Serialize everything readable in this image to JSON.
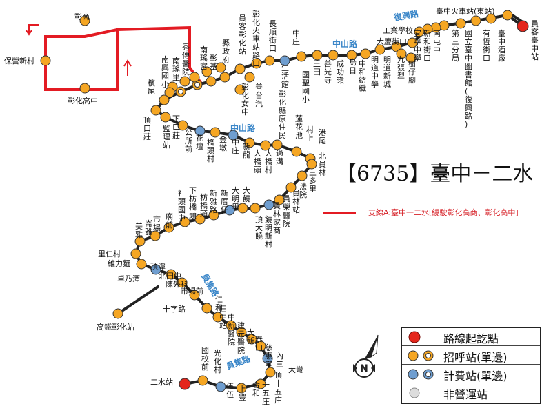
{
  "title": "【6735】臺中－二水",
  "branch_label": "支線A:臺中一二水[繞駛彰化高商、彰化高中]",
  "roads": [
    "復興路",
    "中山路",
    "中山路",
    "員集路",
    "員集路"
  ],
  "stations": {
    "start": "員客臺中站",
    "tc_east": "臺中火車站(東站)",
    "tc_hotel": "臺中酒廠",
    "youhou": "有恆街口",
    "library": "國立臺中圖書館(復興路)",
    "third": "第三分局",
    "nanfu": "南屯中",
    "xinhe": "新和街口",
    "yizhong": "宜寧中學",
    "industrial": "工業學校",
    "daqing": "大慶街口",
    "jiuzhang": "九張犁",
    "shuzai": "樹仔腳",
    "mingdao_s": "明道新城",
    "mingdao": "明道中學",
    "zhonghe": "中和紡織",
    "wuri": "烏日",
    "chenggong": "成功嶺",
    "shanguang": "善光寺",
    "wangtian": "王田",
    "guosheng": "國聖國小",
    "zhongzhuang": "中庄",
    "shenghuo": "生活館",
    "yuanzhu": "彰化縣原住民",
    "changshun": "長順街口",
    "chezhan": "彰化火車站路口",
    "yuanke": "員客彰化站",
    "shantai": "善台汽",
    "nvzhong": "彰化女中",
    "xianfu": "縣政府",
    "zhangji": "彰基",
    "nanyao": "南瑤宮",
    "xiuchuan": "秀傳醫院",
    "nanxing": "南興國小",
    "nanyao_st": "南瑤里",
    "jiangwei": "檳尾",
    "dingzhuang": "頂口莊",
    "xiakou": "下口莊",
    "jianli": "監理站",
    "gongsuo": "公所前",
    "huatan": "花壇",
    "qiaotou": "橋頭村",
    "jindun": "金墩",
    "zhongzhuang2": "中庄",
    "xinlong": "新龍",
    "daqiaotou": "大橋頭",
    "daqiaocun": "大橋村",
    "guogou": "過溝",
    "huatanchi": "蓮花池",
    "cunshang": "村上",
    "ganwei": "港尾",
    "beiyuanlin": "北員林",
    "sanduoli": "三多里",
    "fayuan": "法院",
    "yuanlin": "員林站",
    "yuanlong": "員榮醫院",
    "jiatang": "員林家商",
    "dadun": "大饒",
    "dingdadun": "頂大饒",
    "mingxin": "饒明新村",
    "daming": "大明里",
    "xinzuo": "新厝仔",
    "xinya": "新雅路",
    "fangqiaotou": "枋橋頭",
    "xiafang": "下枋橋頭",
    "shetou": "社頭國中",
    "miaoqian": "廟前",
    "shichang": "市場",
    "chongya": "崙雅",
    "meiya": "美雅",
    "lirencun": "里仁村",
    "weilimian": "維力麵",
    "dingtan": "頂潭",
    "zhuonaitan": "卓乃潭",
    "hsr": "高鐵彰化站",
    "beitianzhong": "北田中",
    "chenwaike": "陳外科",
    "shichangqian": "市場前",
    "shizilu": "十字路",
    "renhe": "仁和",
    "tianzhongzhan": "田中站",
    "zhongxinyi": "中新醫院",
    "jianyuan": "建元醫院",
    "daxin": "大新",
    "taishan": "泰山",
    "cihuitang": "慈惠堂",
    "neisan": "內三",
    "dawan": "大彎",
    "dingshiwu": "頂十五庄",
    "shiwu": "十五庄",
    "hehe": "合和",
    "shangfeng": "上豐",
    "wuwu": "伍伍",
    "guanghua": "光化村",
    "guoxiao": "國校前",
    "ershui": "二水站",
    "baoan": "保營新村",
    "changshang": "彰商",
    "changzhong": "彰化高中"
  },
  "legend": {
    "start": "路線起訖點",
    "call": "招呼站(單邊)",
    "fare": "計費站(單邊)",
    "non_op": "非營運站"
  },
  "compass": "N",
  "colors": {
    "route": "#222222",
    "branch": "#e31b23",
    "call_stop": "#f5a623",
    "fare_stop": "#6f9ed0",
    "terminal": "#e4261c",
    "non_op": "#dddddd",
    "road_text": "#3a86c8"
  }
}
